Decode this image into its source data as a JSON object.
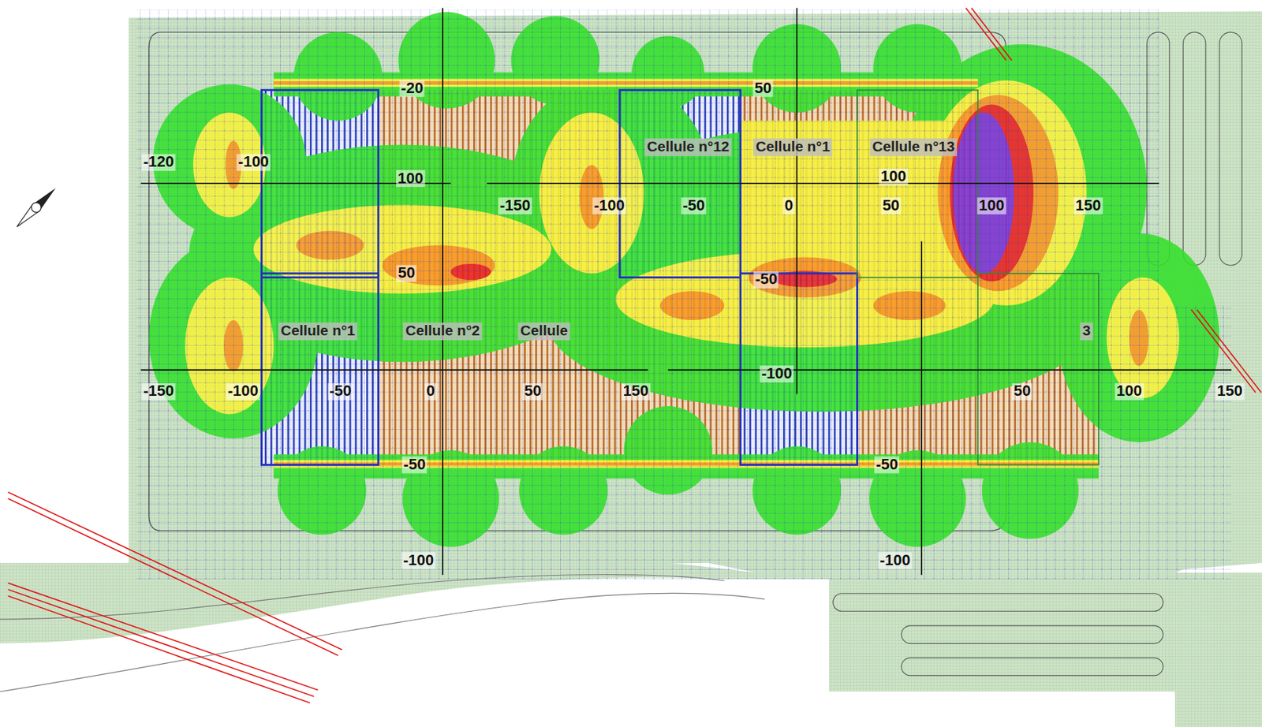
{
  "diagram": {
    "labels": [
      "-20",
      "-120",
      "-100",
      "100",
      "50",
      "Cellule n°1",
      "Cellule n°2",
      "Cellule",
      "-150",
      "-100",
      "-50",
      "0",
      "50",
      "150",
      "-50",
      "-100",
      "50",
      "Cellule n°12",
      "Cellule n°1",
      "Cellule n°13",
      "100",
      "-150",
      "-100",
      "-50",
      "0",
      "50",
      "100",
      "150",
      "-50",
      "-100",
      "3",
      "50",
      "100",
      "150",
      "-50",
      "-100"
    ]
  }
}
